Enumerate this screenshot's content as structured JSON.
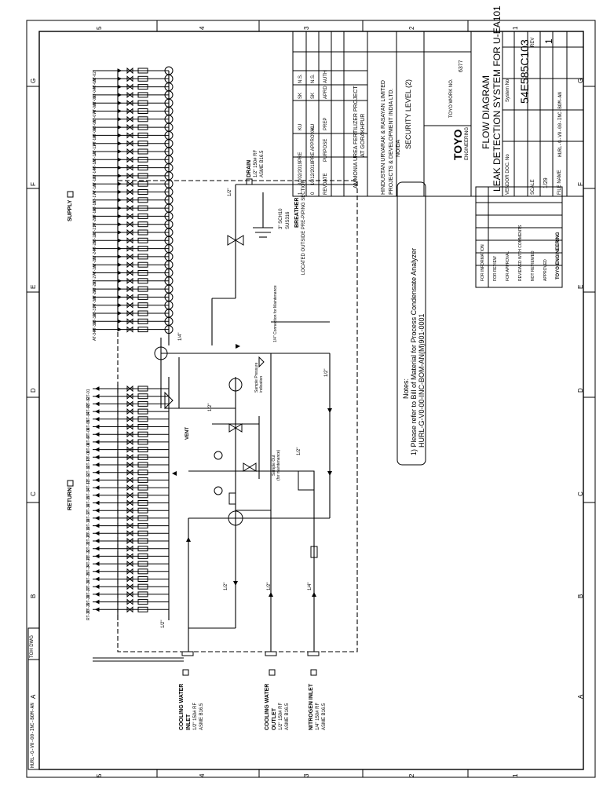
{
  "title_block": {
    "client_line1": "HINDUSTAN URVARAK & RASAYAN LIMITED",
    "client_line2": "PROJECTS & DEVELOPMENT INDIA LTD.",
    "client_line3": "NOIDA",
    "project": "AMMONIA UREA FERTILIZER PROJECT",
    "site": "AT GORAKHPUR",
    "security": "SECURITY LEVEL (2)",
    "company": "TOYO",
    "company_sub": "ENGINEERING",
    "drawing_title_1": "FLOW DIAGRAM",
    "drawing_title_2": "LEAK DETECTION SYSTEM FOR U-EA101",
    "toyo_work_no_label": "TOYO WORK NO.",
    "toyo_work_no": "6377",
    "drawing_no": "54E585C103",
    "rev_label": "REV",
    "rev": "1",
    "sheet_of": "1/29",
    "scale_label": "SCALE",
    "file_name_label": "FILE NAME",
    "file_name": "HURL-G-V0-00-INC-BOM-AN",
    "vendor_doc_label": "VENDOR DOC. No",
    "system_no_label": "System No.",
    "rev_rows": [
      {
        "rev": "1",
        "date": "01/02/2019",
        "purpose": "PRE",
        "prep": "KU",
        "chkd": "SK",
        "appd": "N.S."
      },
      {
        "rev": "0",
        "date": "10/12/2018",
        "purpose": "PRE APPROVAL",
        "prep": "KU",
        "chkd": "SK",
        "appd": "N.S."
      },
      {
        "rev": "REV",
        "date": "DATE",
        "purpose": "PURPOSE",
        "prep": "PREP",
        "chkd": "APRD",
        "appd": "AUTH"
      }
    ]
  },
  "notes": {
    "heading": "Notes:",
    "line1": "1) Please refer to Bill of Material for Process Condensate Analyzer",
    "line2": "HURL-G-V0-00-INC-BOM-AN(M)901-0001"
  },
  "stamp": {
    "lines": [
      "FOR INFORMATION",
      "FOR REVIEW",
      "FOR APPROVAL",
      "REVIEWED WITH COMMENTS",
      "NOT REVIEWED",
      "APPROVED"
    ],
    "company": "TOYO ENGINEERING"
  },
  "labels": {
    "supply": "SUPPLY",
    "return": "RETURN",
    "drain": "DRAIN",
    "drain_spec_1": "1/2\" 150# RF",
    "drain_spec_2": "ASME B16.5",
    "breather": "BREATHER",
    "breather_loc": "LOCATED OUTSIDE PRE-PIPING SECTION",
    "breather_pipe": "3\" SCH10",
    "breather_mat": "SUS316",
    "cw_inlet_1": "COOLING WATER",
    "cw_inlet_2": "INLET",
    "cw_spec_1": "1/2\" 150# RF",
    "cw_spec_2": "ASME B16.5",
    "cw_outlet_2": "OUTLET",
    "n2_inlet_1": "NITROGEN INLET",
    "n2_spec_1": "1/4\" 150# RF",
    "n2_spec_2": "ASME B16.5",
    "pipe_half": "1/2\"",
    "pipe_quarter": "1/4\"",
    "vent": "VENT",
    "sample_1": "Sample Out",
    "sample_2": "(for maintenance)",
    "sample_3": "Sample Pressure",
    "sample_4": "indication",
    "connection": "1/4\" Connection for Maintenance",
    "side_strip": "HURL-G-V0-00-INC-BOM-AN",
    "toh_label": "TOH DWG"
  },
  "border": {
    "top_numbers": [
      "5",
      "4",
      "3",
      "2",
      "1"
    ],
    "side_letters": [
      "A",
      "B",
      "C",
      "D",
      "E",
      "F",
      "G"
    ]
  },
  "streams": {
    "supply_tags": [
      "AT-02",
      "AT-03",
      "AT-04",
      "AT-05",
      "AT-06",
      "AT-07",
      "AT-08",
      "AT-09",
      "AT-10",
      "AT-11",
      "AT-12",
      "AT-13",
      "AT-14",
      "AT-15",
      "AT-16",
      "AT-17",
      "AT-18",
      "AT-19",
      "AT-20",
      "AT-21",
      "AT-22",
      "AT-23",
      "AT-24",
      "AT-25",
      "AT-26",
      "AT-27",
      "AT-28",
      "AT-29",
      "AT-30",
      "AT-31",
      "AT-32",
      "AT-33",
      "AT-34"
    ],
    "return_tags": [
      "RT-01",
      "RT-02",
      "RT-03",
      "RT-04",
      "RT-05",
      "RT-06",
      "RT-07",
      "RT-08",
      "RT-09",
      "RT-10",
      "RT-11",
      "RT-12",
      "RT-13",
      "RT-14",
      "RT-15",
      "RT-16",
      "RT-17",
      "RT-18",
      "RT-19",
      "RT-20",
      "RT-21",
      "RT-22",
      "RT-23",
      "RT-24",
      "RT-25",
      "RT-26",
      "RT-27",
      "RT-28",
      "RT-29",
      "RT-30"
    ]
  }
}
